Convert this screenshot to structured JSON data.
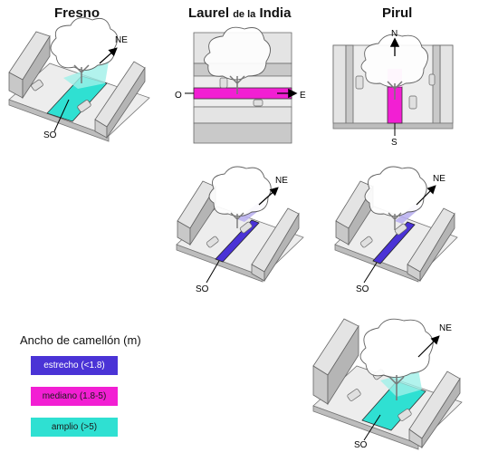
{
  "columns": {
    "fresno": "Fresno",
    "laurel_a": "Laurel",
    "laurel_b": "de la",
    "laurel_c": "India",
    "pirul": "Pirul"
  },
  "directions": {
    "ne": "NE",
    "so": "SO",
    "n": "N",
    "s": "S",
    "o": "O",
    "e": "E"
  },
  "legend": {
    "title": "Ancho de camellón (m)",
    "items": [
      {
        "label": "estrecho (<1.8)",
        "color": "#4a33d6",
        "text_color": "#ffffff"
      },
      {
        "label": "mediano (1.8-5)",
        "color": "#f21fd3",
        "text_color": "#1a1a1a"
      },
      {
        "label": "amplio (>5)",
        "color": "#2fe0d2",
        "text_color": "#1a1a1a"
      }
    ]
  },
  "colors": {
    "building_top": "#e6e6e6",
    "building_side": "#b9b9b9",
    "building_front": "#cfcfcf",
    "ground": "#ededed",
    "tree": "#ffffff",
    "outline": "#555555"
  }
}
